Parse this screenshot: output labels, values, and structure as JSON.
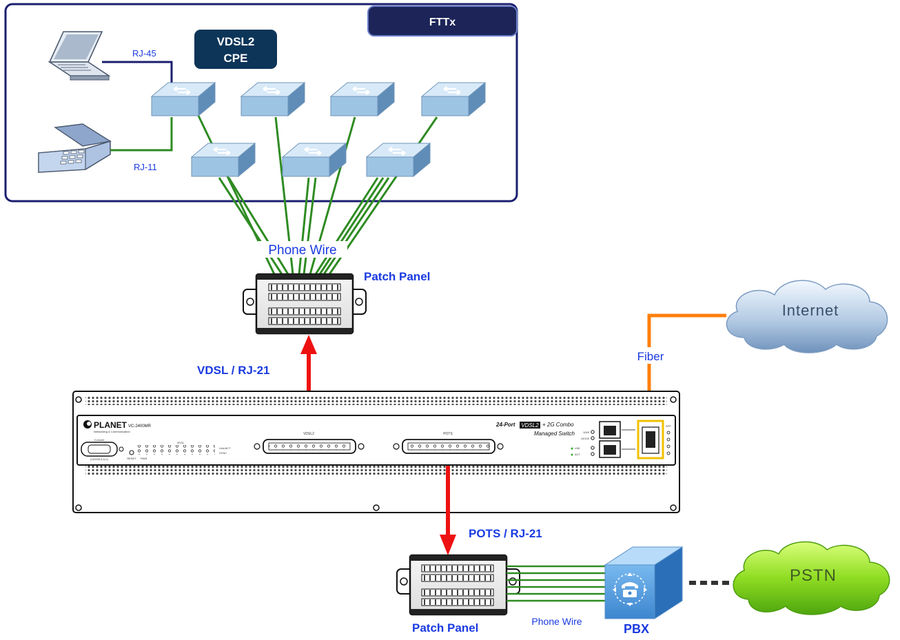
{
  "fttx_box": {
    "tab_label": "FTTx"
  },
  "cpe": {
    "label_line1": "VDSL2",
    "label_line2": "CPE"
  },
  "ports": {
    "rj45": "RJ-45",
    "rj11": "RJ-11"
  },
  "phone_wire_top": "Phone Wire",
  "patch_panel_top": "Patch Panel",
  "vdsl_link": "VDSL / RJ-21",
  "fiber": "Fiber",
  "internet": "Internet",
  "switch": {
    "brand": "PLANET",
    "brand_sub": "Networking & Communication",
    "model": "VC-2400MR",
    "title_prefix": "24-Port",
    "title_badge": "VDSL2",
    "title_suffix": "+ 2G Combo",
    "subtitle": "Managed Switch",
    "vdsl_port": "VDSL2",
    "pots_port": "POTS",
    "console": "Console",
    "console_sub": "(115200,8,N,1)",
    "reset": "RESET",
    "pwr": "PWR",
    "vdsl_group": "VDSL",
    "link_act": "Link/ACT",
    "sync": "SYNC",
    "led_1000": "1000",
    "led_10_100": "10/100",
    "led_link": "LNK",
    "led_act": "ACT",
    "led_sfp": "SFP"
  },
  "pots_link": "POTS / RJ-21",
  "patch_panel_bottom": "Patch Panel",
  "phone_wire_bottom": "Phone Wire",
  "pbx": "PBX",
  "pstn": "PSTN",
  "colors": {
    "frame": "#1a1e6e",
    "tab_bg": "#1c2458",
    "cpe_bg": "#0d3558",
    "wire_green": "#2e8b22",
    "fiber_orange": "#ff7f0e",
    "arrow_red": "#ee1111",
    "label_blue": "#1a3ae0",
    "switch_blue": "#9ec4e4"
  }
}
